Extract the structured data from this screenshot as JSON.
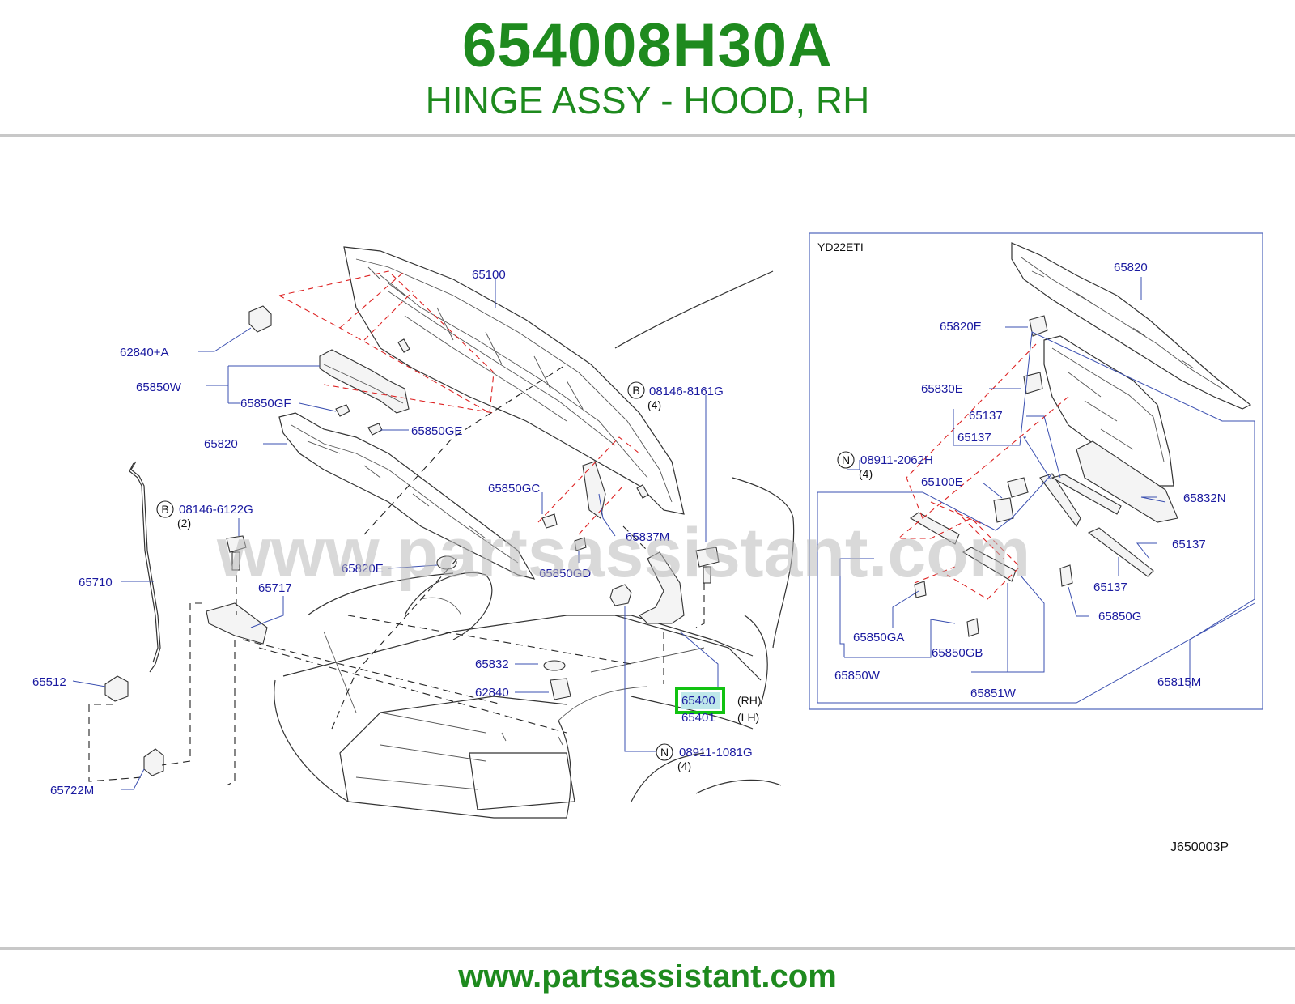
{
  "header": {
    "part_number": "654008H30A",
    "description": "HINGE ASSY - HOOD, RH"
  },
  "footer": {
    "url": "www.partsassistant.com"
  },
  "watermark": "www.partsassistant.com",
  "diagram": {
    "code": "J650003P",
    "inset_title": "YD22ETI",
    "highlight_color": "#12c212",
    "labels": {
      "l65100": "65100",
      "l62840a": "62840+A",
      "l65850w": "65850W",
      "l65850gf": "65850GF",
      "l65850ge": "65850GE",
      "l65820": "65820",
      "l08146_8161g": "08146-8161G",
      "q4a": "(4)",
      "l65850gc": "65850GC",
      "l08146_6122g": "08146-6122G",
      "q2": "(2)",
      "l65837m": "65837M",
      "l65820e": "65820E",
      "l65850gd": "65850GD",
      "l65710": "65710",
      "l65717": "65717",
      "l65832": "65832",
      "l62840": "62840",
      "l65512": "65512",
      "l65400": "65400",
      "rh": "(RH)",
      "l65401": "65401",
      "lh": "(LH)",
      "l08911_1081g": "08911-1081G",
      "q4b": "(4)",
      "l65722m": "65722M"
    },
    "circle_letters": {
      "b1": "B",
      "b2": "B",
      "n1": "N",
      "n2": "N"
    },
    "inset_labels": {
      "i65820": "65820",
      "i65820e": "65820E",
      "i65830e": "65830E",
      "i65137a": "65137",
      "i65137b": "65137",
      "i08911_2062h": "08911-2062H",
      "iq4": "(4)",
      "i65100e": "65100E",
      "i65832n": "65832N",
      "i65137c": "65137",
      "i65137d": "65137",
      "i65850g": "65850G",
      "i65850ga": "65850GA",
      "i65850gb": "65850GB",
      "i65850w": "65850W",
      "i65851w": "65851W",
      "i65815m": "65815M"
    }
  }
}
